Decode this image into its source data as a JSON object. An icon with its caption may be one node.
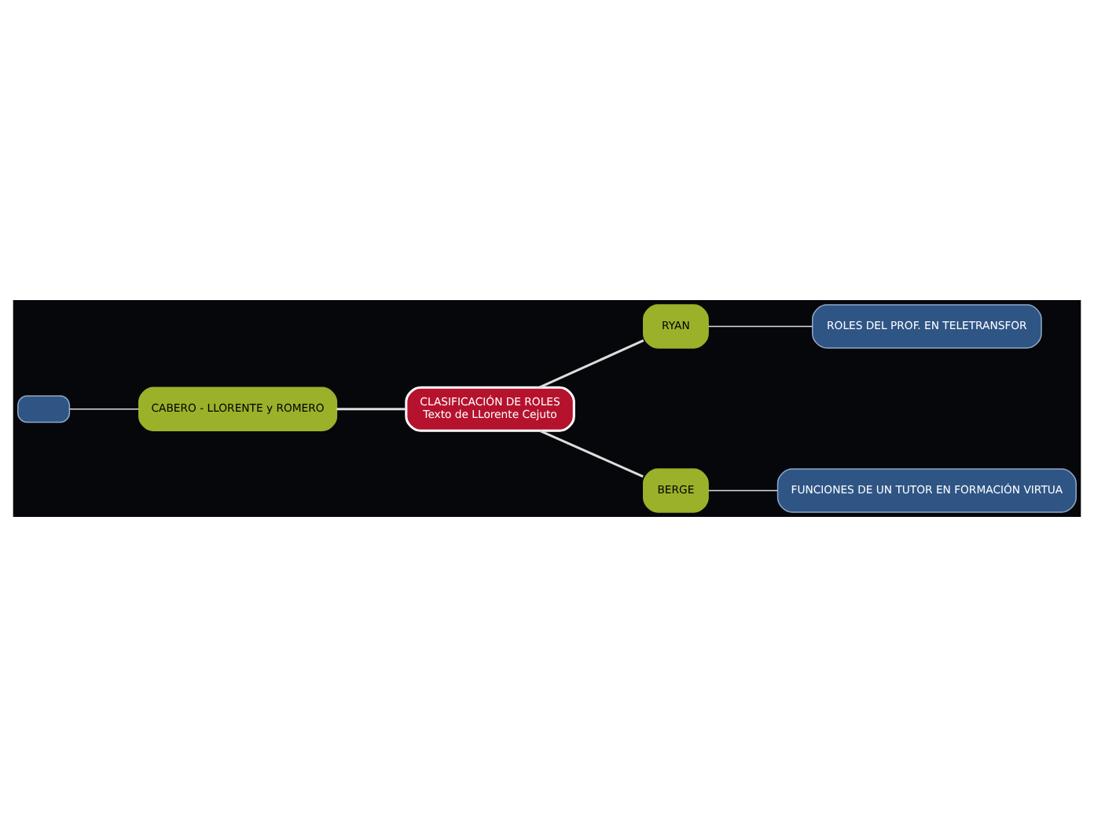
{
  "diagram": {
    "nodes": [
      {
        "text": [
          "CLASIFICACIÓN DE ROLES",
          "Texto de LLorente Cejuto"
        ]
      },
      {
        "text": [
          "RYAN"
        ]
      },
      {
        "text": [
          "ROLES DEL PROF. EN TELETRANSFOR"
        ]
      },
      {
        "text": [
          "CABERO - LLORENTE y ROMERO"
        ]
      },
      {
        "text": [],
        "shape": "box"
      },
      {
        "text": [
          "BERGE"
        ]
      },
      {
        "text": [
          "FUNCIONES DE UN TUTOR EN FORMACIÓN VIRTUA"
        ]
      }
    ],
    "edges": [
      {
        "from": 0,
        "to": 1,
        "arrow": "none"
      },
      {
        "from": 1,
        "to": 2,
        "arrow": "none"
      },
      {
        "from": 0,
        "to": 3,
        "arrow": "none"
      },
      {
        "from": 3,
        "to": 4,
        "arrow": "none"
      },
      {
        "from": 0,
        "to": 5,
        "arrow": "none"
      },
      {
        "from": 5,
        "to": 6,
        "arrow": "none"
      }
    ]
  }
}
